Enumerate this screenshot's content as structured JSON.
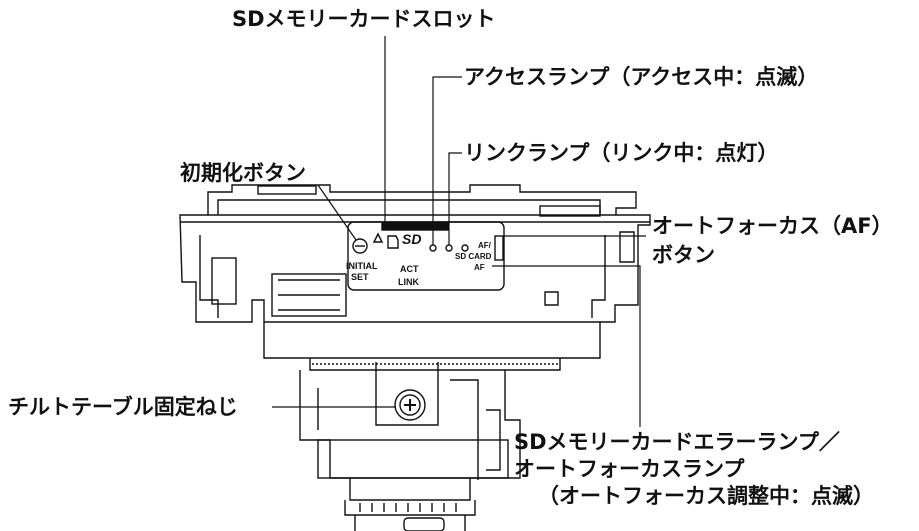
{
  "labels": {
    "sd_slot": "SDメモリーカードスロット",
    "access_lamp": "アクセスランプ（アクセス中：点滅）",
    "link_lamp": "リンクランプ（リンク中：点灯）",
    "initial_set_button": "初期化ボタン",
    "af_button_line1": "オートフォーカス（AF）",
    "af_button_line2": "ボタン",
    "tilt_screw": "チルトテーブル固定ねじ",
    "sd_error_line1": "SDメモリーカードエラーランプ／",
    "sd_error_line2": "オートフォーカスランプ",
    "sd_error_line3": "（オートフォーカス調整中：点滅）"
  },
  "panel": {
    "initial": "INITIAL",
    "set": "SET",
    "act": "ACT",
    "link": "LINK",
    "af_slash": "AF/",
    "sd_card": "SD CARD",
    "af": "AF"
  }
}
